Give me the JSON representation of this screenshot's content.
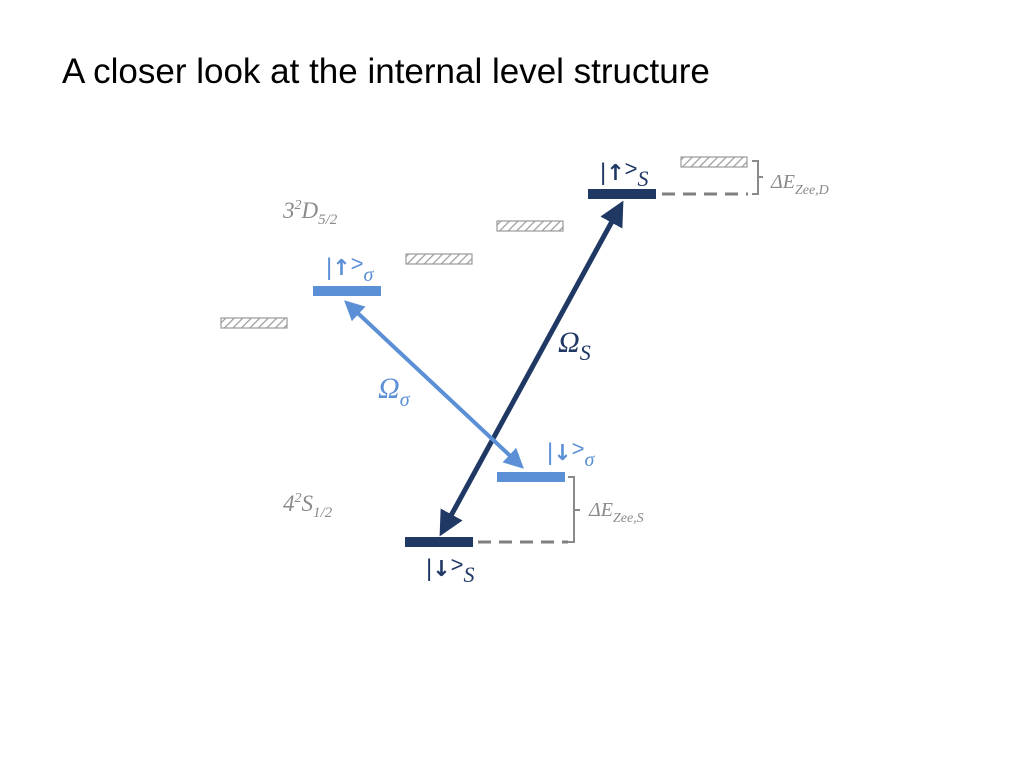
{
  "title": "A closer look at the internal level structure",
  "manifolds": {
    "d_level": {
      "main": "3",
      "sup": "2",
      "letter": "D",
      "sub": "5/2"
    },
    "s_level": {
      "main": "4",
      "sup": "2",
      "letter": "S",
      "sub": "1/2"
    }
  },
  "states": {
    "d_upper_s": {
      "bar_symbol": "|",
      "arrow": "↑",
      "bracket": ">",
      "label": "S"
    },
    "d_upper_sigma": {
      "bar_symbol": "|",
      "arrow": "↑",
      "bracket": ">",
      "label": "σ"
    },
    "s_lower_sigma": {
      "bar_symbol": "|",
      "arrow": "↓",
      "bracket": ">",
      "label": "σ"
    },
    "s_lower_s": {
      "bar_symbol": "|",
      "arrow": "↓",
      "bracket": ">",
      "label": "S"
    }
  },
  "rabi": {
    "omega_s": {
      "symbol": "Ω",
      "sub": "S"
    },
    "omega_sigma": {
      "symbol": "Ω",
      "sub": "σ"
    }
  },
  "zeeman": {
    "d": {
      "symbol": "ΔE",
      "sub": "Zee,D"
    },
    "s": {
      "symbol": "ΔE",
      "sub": "Zee,S"
    }
  },
  "colors": {
    "dark_blue": "#1f3864",
    "light_blue": "#5b8fd6",
    "gray": "#8a8a8a",
    "hatch": "#9a9a9a"
  }
}
